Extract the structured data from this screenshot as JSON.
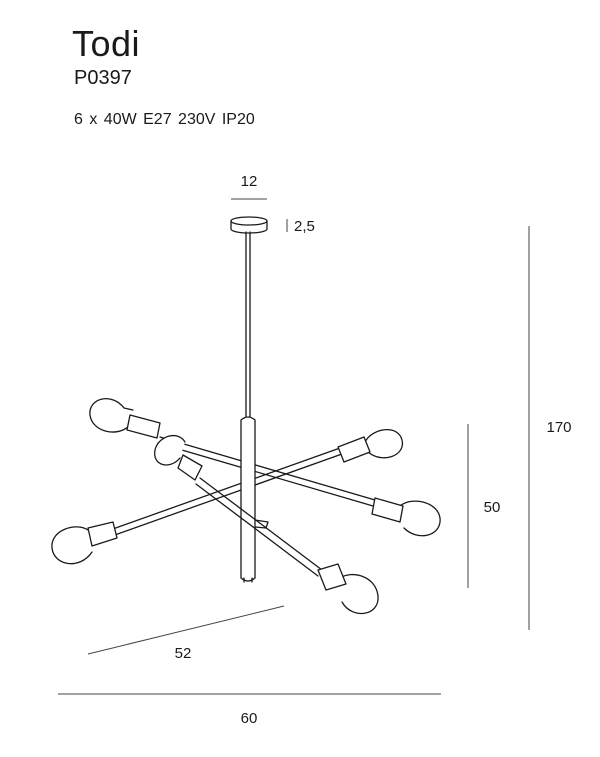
{
  "product": {
    "name": "Todi",
    "code": "P0397",
    "specs": "6 x 40W   E27   230V   IP20"
  },
  "dimensions": {
    "canopy_diameter": "12",
    "canopy_height": "2,5",
    "total_height": "170",
    "body_height": "50",
    "depth": "52",
    "width": "60"
  },
  "colors": {
    "line": "#1a1a1a",
    "dimension_line": "#444444"
  }
}
